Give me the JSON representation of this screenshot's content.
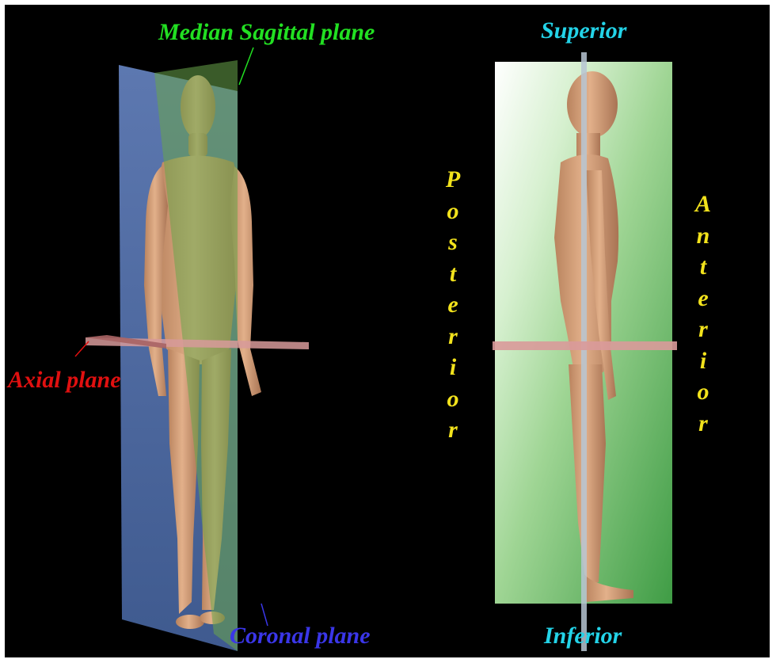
{
  "labels": {
    "median_sagittal_plane": "Median Sagittal plane",
    "axial_plane": "Axial plane",
    "coronal_plane": "Coronal plane",
    "superior": "Superior",
    "inferior": "Inferior",
    "posterior": "Posterior",
    "anterior": "Anterior"
  },
  "colors": {
    "background": "#000000",
    "coronal_plane": "#5a7ec8",
    "sagittal_plane": "#6aa64a",
    "axial_plane": "#d79a9a",
    "skin": "#d9a57c",
    "sagittal_label": "#22e022",
    "axial_label": "#e01010",
    "coronal_label": "#3a36e8",
    "direction_label": "#23d3e8",
    "side_label": "#f2e21c"
  }
}
